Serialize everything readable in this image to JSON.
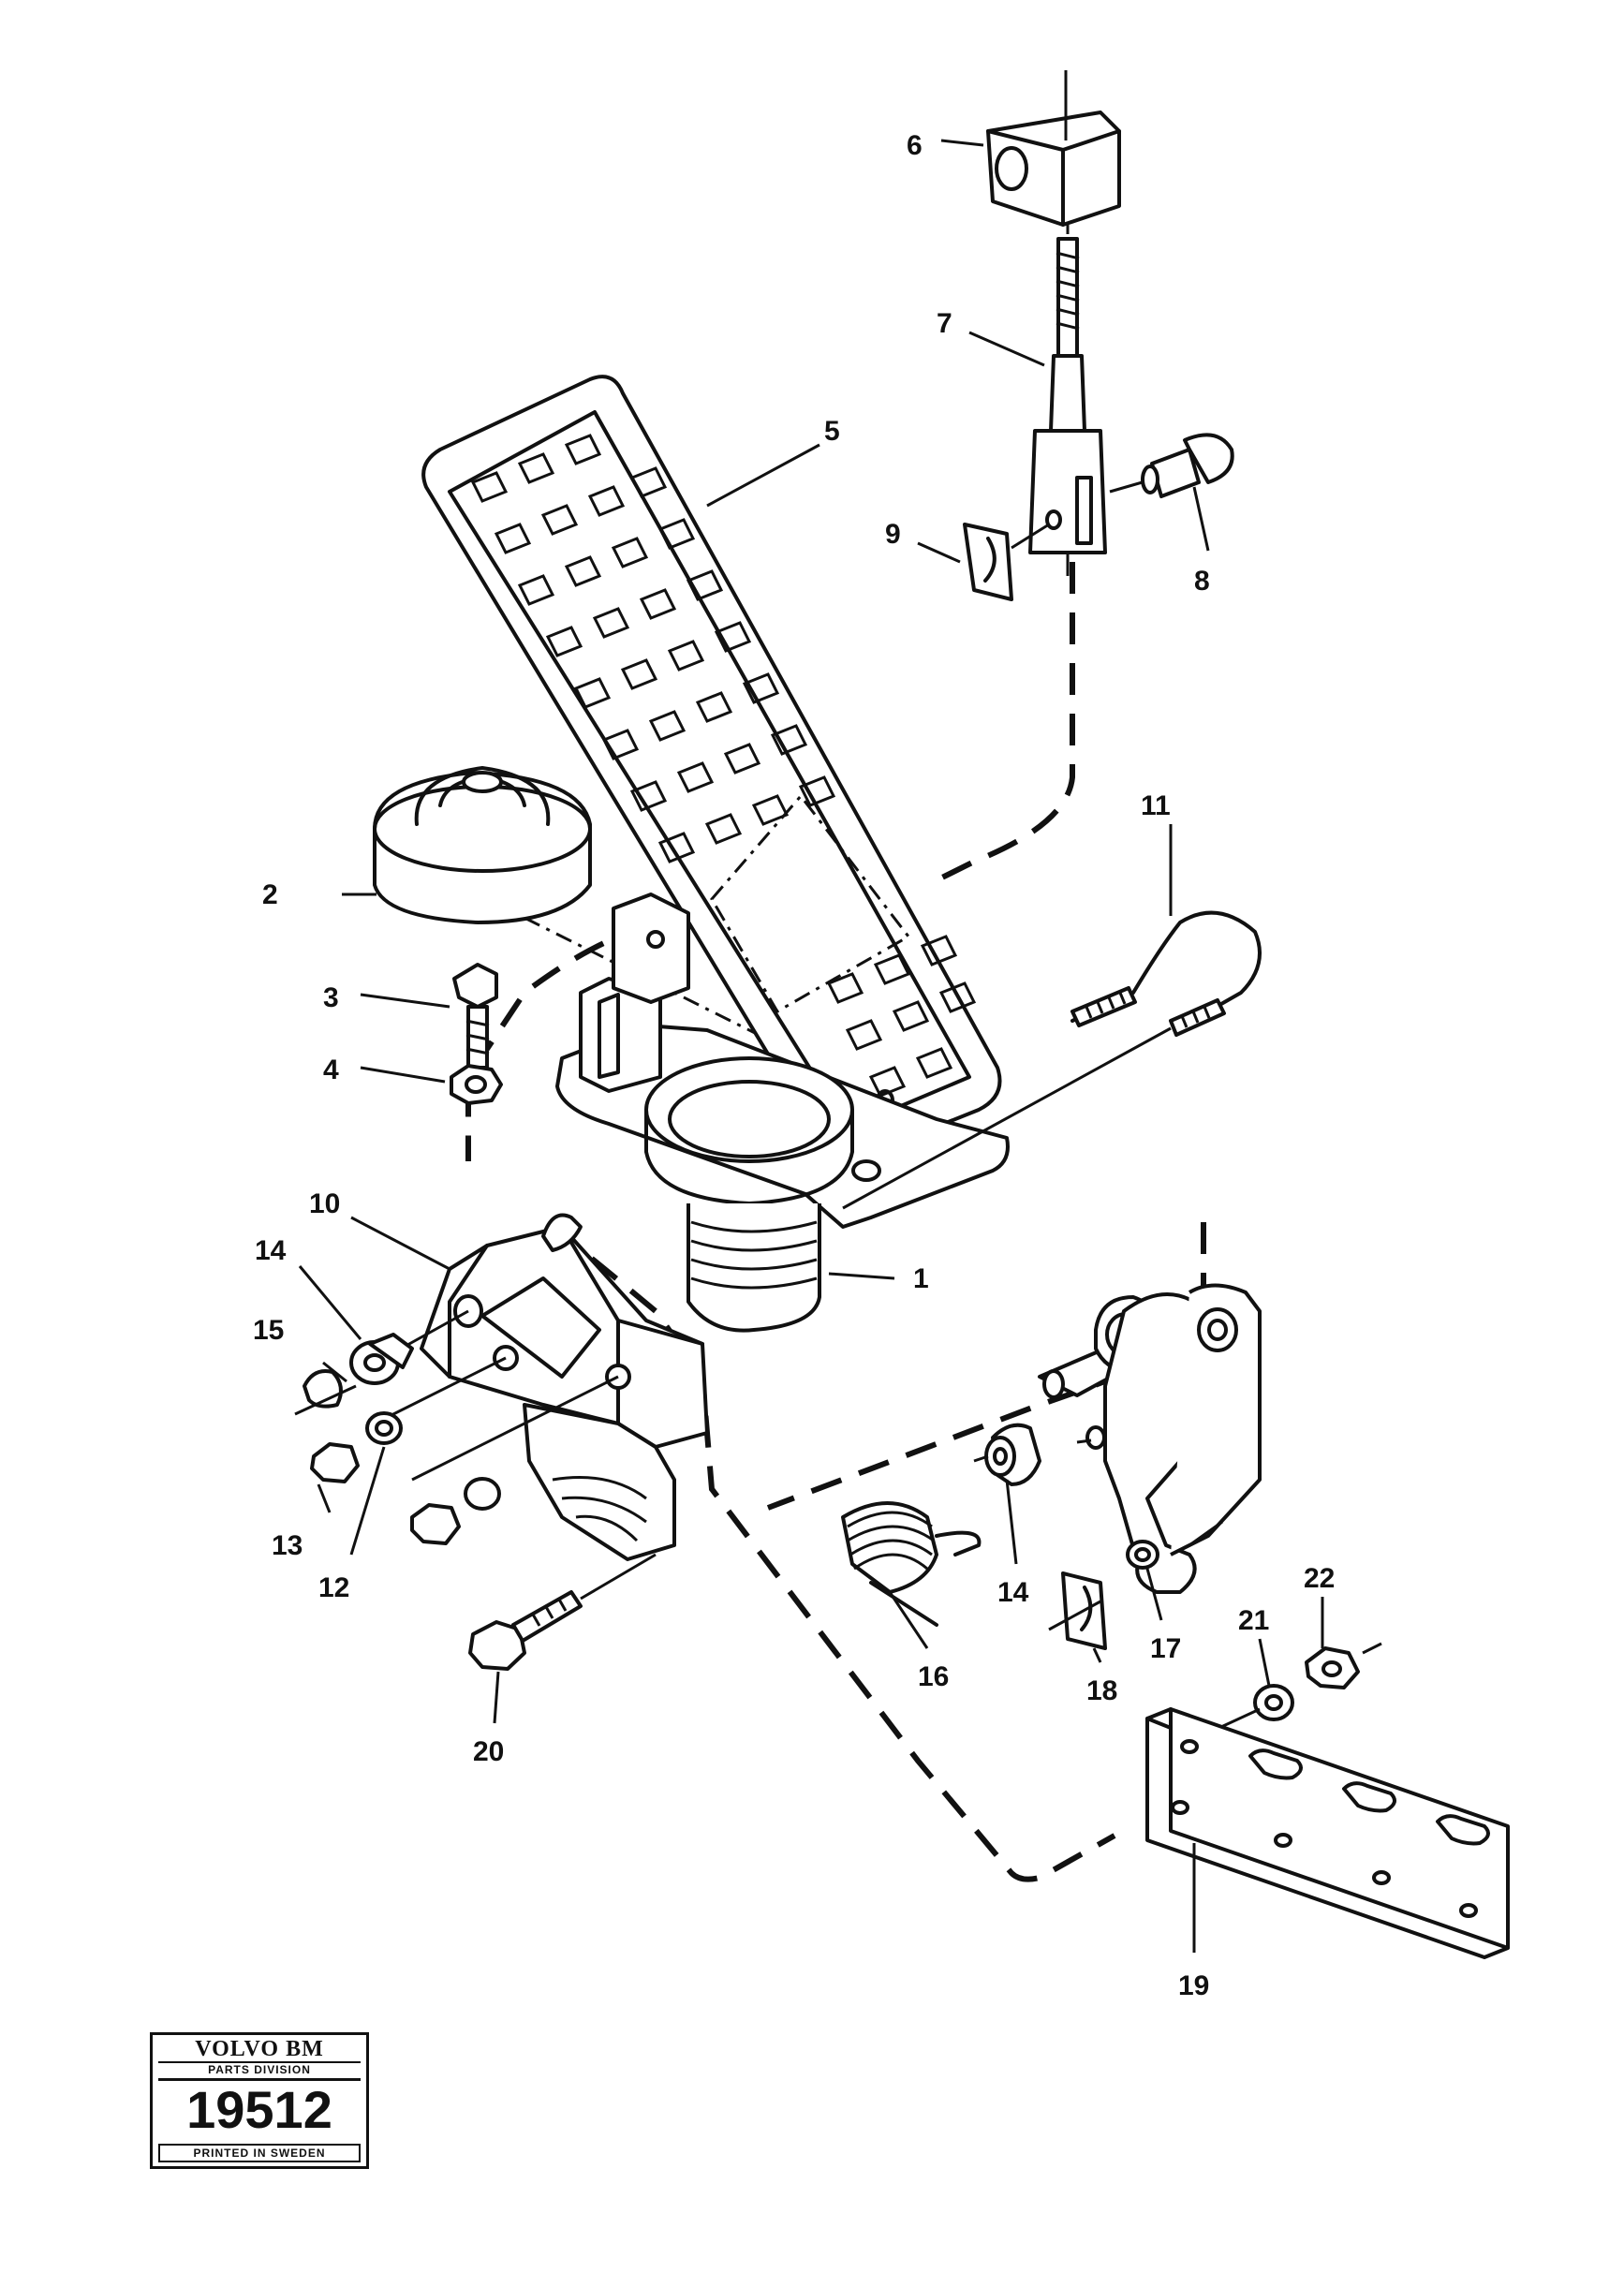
{
  "labels": [
    "1",
    "2",
    "3",
    "4",
    "5",
    "6",
    "7",
    "8",
    "9",
    "10",
    "11",
    "12",
    "13",
    "14",
    "14",
    "15",
    "16",
    "17",
    "18",
    "19",
    "20",
    "21",
    "22"
  ],
  "stamp": {
    "brand": "VOLVO BM",
    "division": "PARTS DIVISION",
    "number": "19512",
    "printed": "PRINTED IN SWEDEN"
  }
}
